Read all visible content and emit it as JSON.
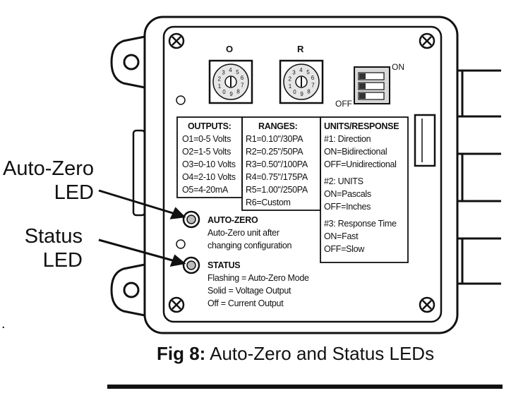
{
  "callouts": {
    "auto_zero": [
      "Auto-Zero",
      "LED"
    ],
    "status": [
      "Status",
      "LED"
    ]
  },
  "switches": {
    "o_label": "O",
    "r_label": "R",
    "dip_on": "ON",
    "dip_off": "OFF",
    "dial_digits": [
      "1",
      "2",
      "3",
      "4",
      "5",
      "6",
      "7",
      "8",
      "9",
      "0"
    ]
  },
  "outputs": {
    "title": "OUTPUTS:",
    "items": [
      "O1=0-5 Volts",
      "O2=1-5 Volts",
      "O3=0-10 Volts",
      "O4=2-10 Volts",
      "O5=4-20mA"
    ]
  },
  "ranges": {
    "title": "RANGES:",
    "items": [
      "R1=0.10\"/30PA",
      "R2=0.25\"/50PA",
      "R3=0.50\"/100PA",
      "R4=0.75\"/175PA",
      "R5=1.00\"/250PA",
      "R6=Custom"
    ]
  },
  "units_response": {
    "title": "UNITS/RESPONSE",
    "direction": [
      "#1: Direction",
      "ON=Bidirectional",
      "OFF=Unidirectional"
    ],
    "units": [
      "#2: UNITS",
      "ON=Pascals",
      "OFF=Inches"
    ],
    "response": [
      "#3: Response Time",
      "ON=Fast",
      "OFF=Slow"
    ]
  },
  "leds": {
    "auto_zero_title": "AUTO-ZERO",
    "auto_zero_desc": [
      "Auto-Zero unit after",
      "changing configuration"
    ],
    "status_title": "STATUS",
    "status_desc": [
      "Flashing = Auto-Zero Mode",
      "Solid = Voltage Output",
      "Off = Current Output"
    ]
  },
  "caption": {
    "label": "Fig 8:",
    "text": " Auto-Zero and Status LEDs"
  },
  "stray_mark": "."
}
